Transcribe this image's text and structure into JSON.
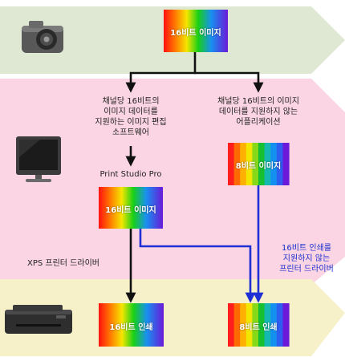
{
  "colors": {
    "top_band": "#dfe8d3",
    "mid_band": "#fbd5e3",
    "bottom_band": "#f6f1c9",
    "arrow_black": "#111111",
    "arrow_blue": "#1f2fd6"
  },
  "icons": {
    "top": "camera-icon",
    "middle": "monitor-icon",
    "bottom": "printer-icon"
  },
  "source_image": {
    "label": "16비트 이미지"
  },
  "left_branch": {
    "lines": [
      "채널당 16비트의",
      "이미지 데이터를",
      "지원하는 이미지 편집",
      "소프트웨어"
    ],
    "app_name": "Print Studio Pro",
    "image_label": "16비트 이미지",
    "driver_label": "XPS 프린터 드라이버",
    "output_label": "16비트 인쇄"
  },
  "right_branch": {
    "lines": [
      "채널당 16비트의 이미지",
      "데이터를 지원하지 않는",
      "어플리케이션"
    ],
    "image_label": "8비트 이미지",
    "driver_lines": [
      "16비트 인쇄를",
      "지원하지 않는",
      "프린터 드라이버"
    ],
    "output_label": "8비트 인쇄"
  }
}
